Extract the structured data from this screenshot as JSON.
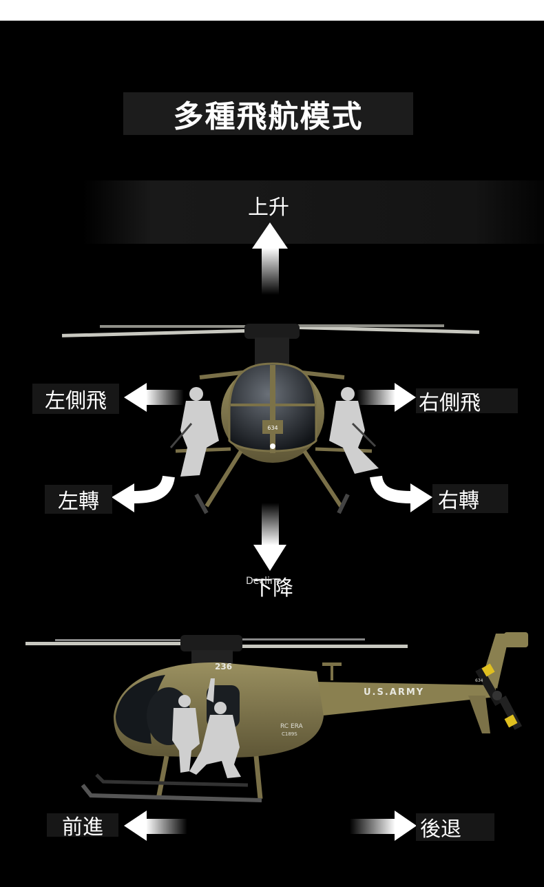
{
  "title": "多種飛航模式",
  "labels": {
    "up": "上升",
    "left_side": "左側飛",
    "right_side": "右側飛",
    "turn_left": "左轉",
    "turn_right": "右轉",
    "down": "下降",
    "down_overlay": "Decline",
    "forward": "前進",
    "backward": "後退"
  },
  "helicopter_markings": {
    "front_number": "634",
    "tail_number": "634",
    "side_number": "236",
    "army_text": "U.S.ARMY",
    "brand": "RC ERA",
    "model": "C189S"
  },
  "colors": {
    "background": "#000000",
    "body_olive": "#8a8050",
    "label_box": "#171717",
    "text": "#ffffff"
  }
}
